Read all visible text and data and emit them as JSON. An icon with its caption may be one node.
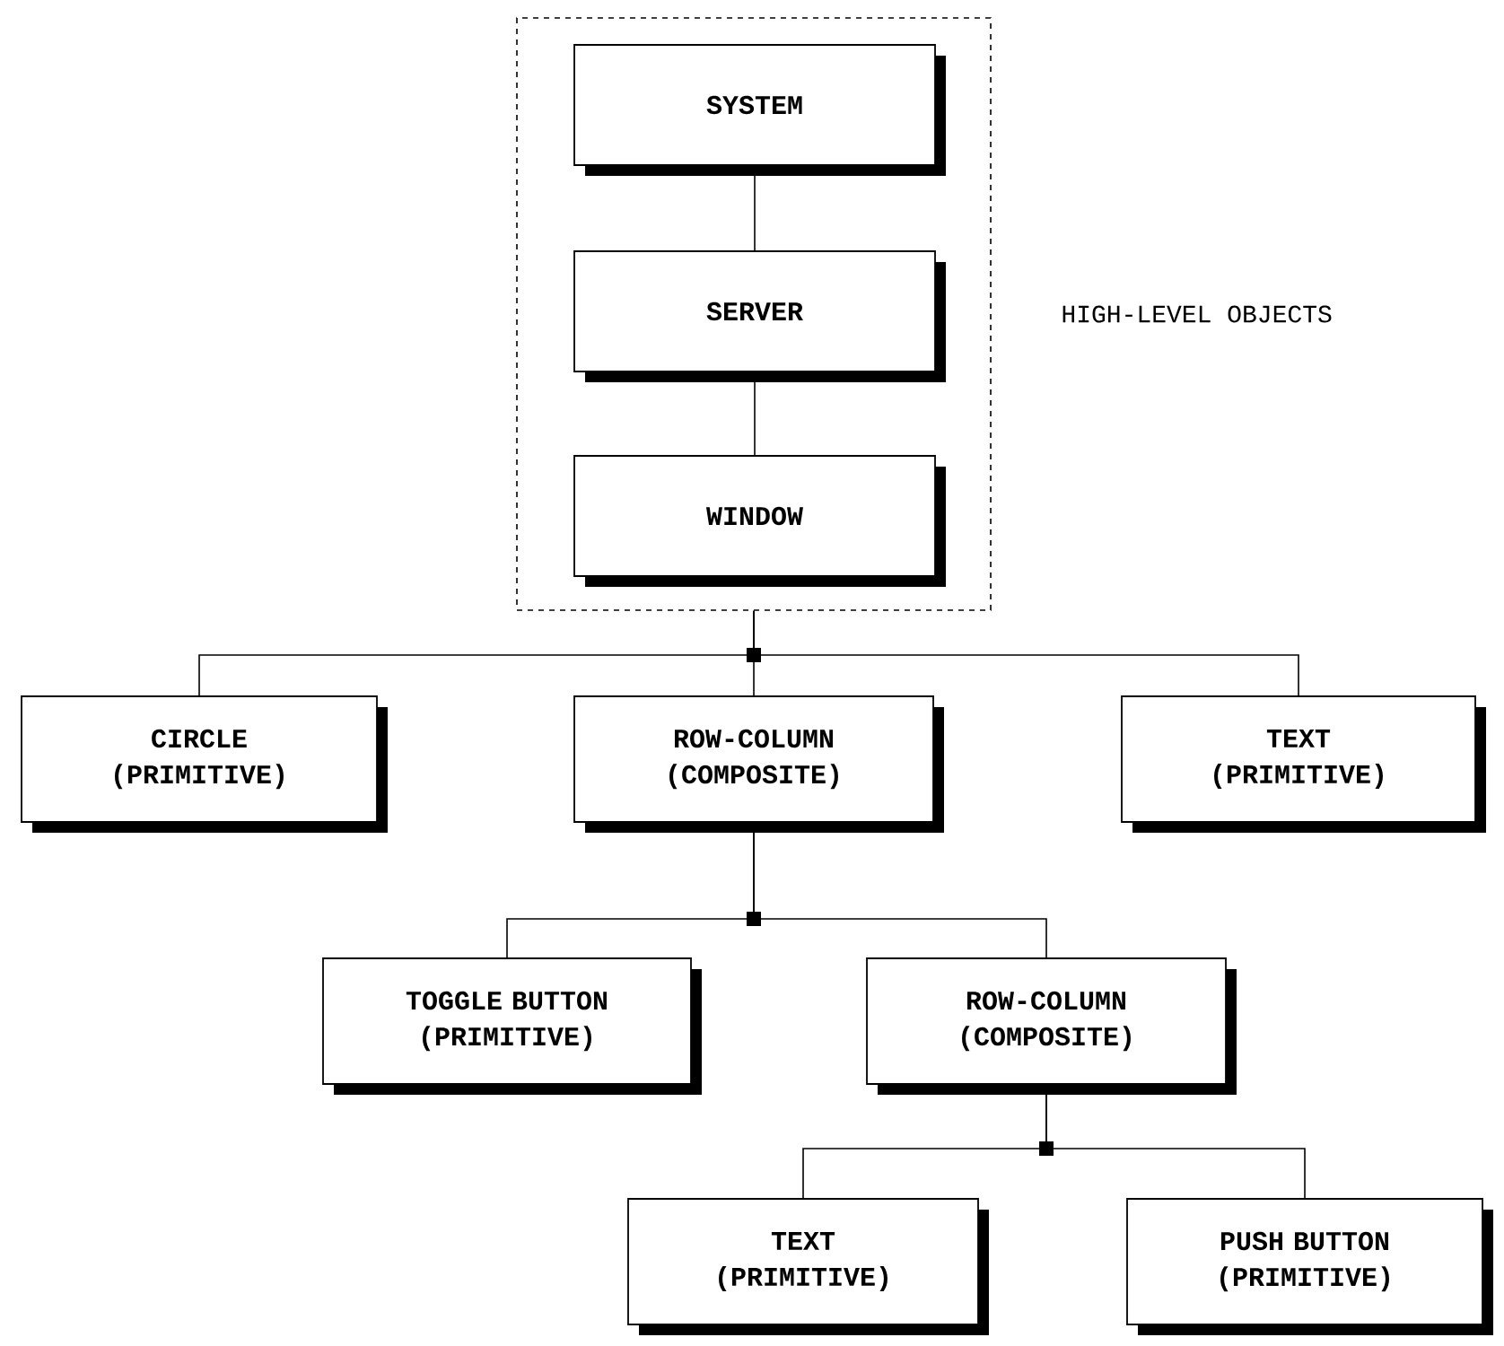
{
  "diagram": {
    "nodes": [
      {
        "text": [
          "HIGH-LEVEL OBJECTS"
        ]
      },
      {
        "text": [
          "SYSTEM"
        ],
        "in": 0
      },
      {
        "text": [
          "SERVER"
        ],
        "in": 0
      },
      {
        "text": [
          "WINDOW"
        ],
        "in": 0
      },
      {
        "text": [
          "CIRCLE (PRIMITIVE)"
        ]
      },
      {
        "text": [
          "ROW-COLUMN (COMPOSITE)"
        ]
      },
      {
        "text": [
          "TEXT (PRIMITIVE)"
        ]
      },
      {
        "text": [
          "TOGGLE BUTTON (PRIMITIVE)"
        ]
      },
      {
        "text": [
          "ROW-COLUMN (COMPOSITE)"
        ]
      },
      {
        "text": [
          "TEXT (PRIMITIVE)"
        ]
      },
      {
        "text": [
          "PUSH BUTTON (PRIMITIVE)"
        ]
      }
    ],
    "edges": [
      {
        "from": 1,
        "to": 2,
        "arrow": "none"
      },
      {
        "from": 2,
        "to": 3,
        "arrow": "none"
      },
      {
        "from": 0,
        "to": 4,
        "arrow": "none"
      },
      {
        "from": 0,
        "to": 5,
        "arrow": "none"
      },
      {
        "from": 0,
        "to": 6,
        "arrow": "none"
      },
      {
        "from": 5,
        "to": 7,
        "arrow": "none"
      },
      {
        "from": 5,
        "to": 8,
        "arrow": "none"
      },
      {
        "from": 8,
        "to": 9,
        "arrow": "none"
      },
      {
        "from": 8,
        "to": 10,
        "arrow": "none"
      }
    ]
  }
}
